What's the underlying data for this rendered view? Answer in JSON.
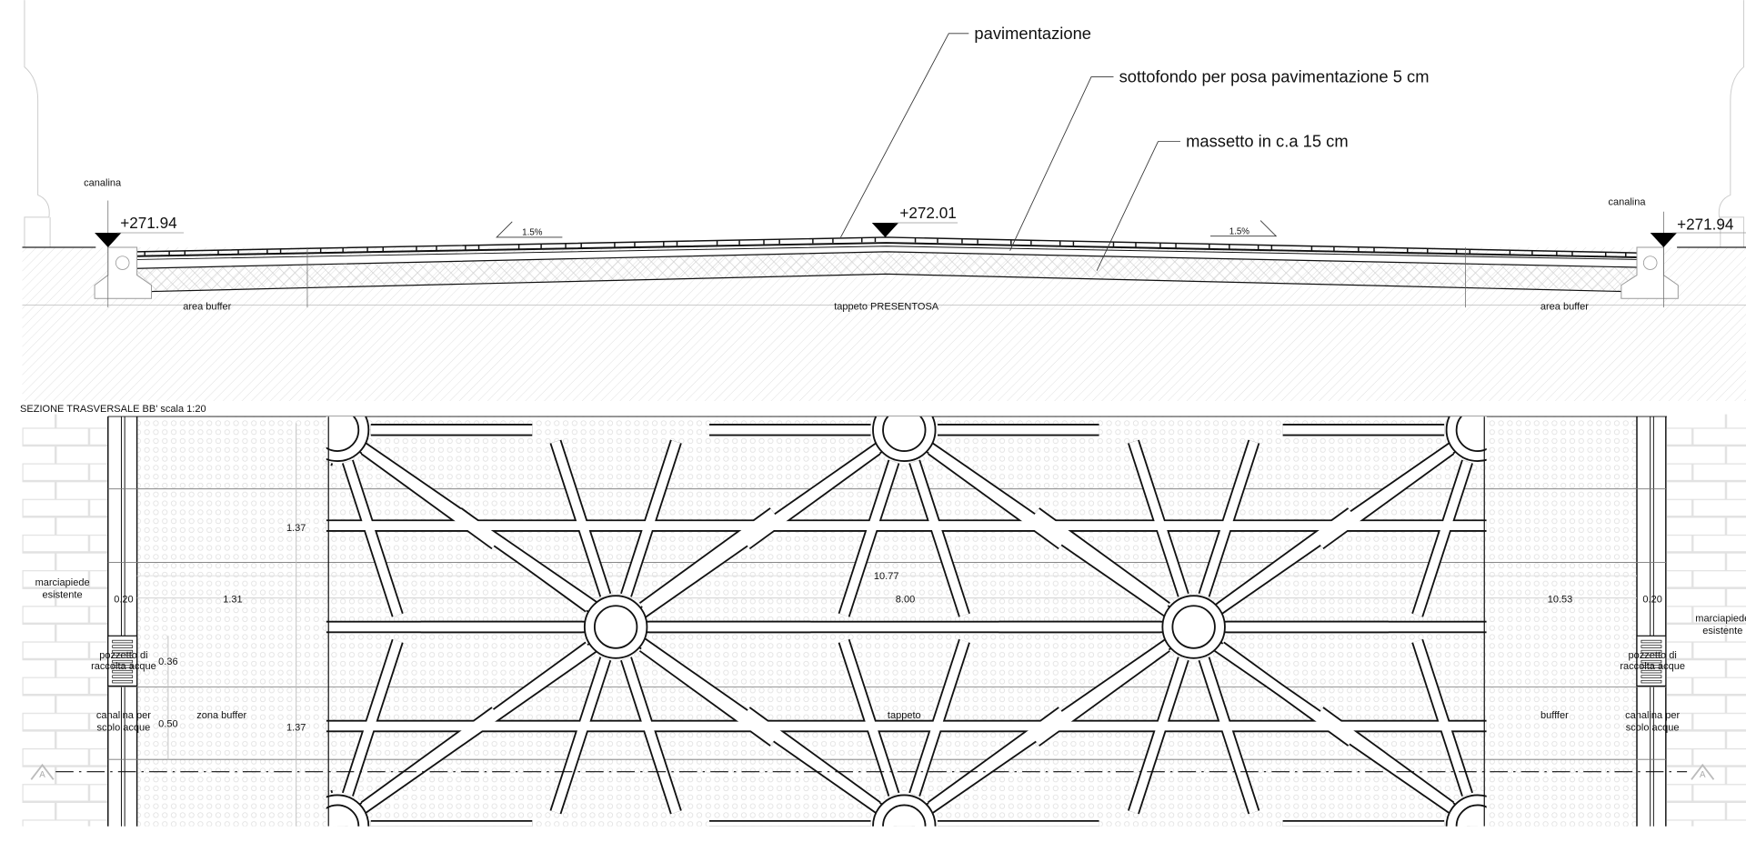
{
  "section": {
    "title": "SEZIONE TRASVERSALE BB' scala 1:20",
    "callouts": {
      "pavimentazione": "pavimentazione",
      "sottofondo": "sottofondo per posa pavimentazione 5 cm",
      "massetto": "massetto in c.a 15 cm"
    },
    "elevations": {
      "left": "+271.94",
      "center": "+272.01",
      "right": "+271.94"
    },
    "canalina_left": "canalina",
    "canalina_right": "canalina",
    "slope_left": "1.5%",
    "slope_right": "1.5%",
    "zones": {
      "left": "area buffer",
      "center": "tappeto PRESENTOSA",
      "right": "area buffer"
    }
  },
  "plan": {
    "dims": {
      "d137_top": "1.37",
      "d131": "1.31",
      "d020_left": "0.20",
      "d036": "0.36",
      "d050": "0.50",
      "d137_bottom": "1.37",
      "d1077": "10.77",
      "d800": "8.00",
      "d1053": "10.53",
      "d020_right": "0.20"
    },
    "labels": {
      "marciapiede_left_1": "marciapiede",
      "marciapiede_left_2": "esistente",
      "marciapiede_right_1": "marciapiede",
      "marciapiede_right_2": "esistente",
      "pozzetto_left_1": "pozzetto di",
      "pozzetto_left_2": "raccolta acque",
      "pozzetto_right_1": "pozzetto di",
      "pozzetto_right_2": "raccolta acque",
      "canalina_left_1": "canalina per",
      "canalina_left_2": "scolo acque",
      "canalina_right_1": "canalina per",
      "canalina_right_2": "scolo acque",
      "zona_buffer": "zona buffer",
      "tappeto": "tappeto",
      "buffer_right": "bufffer",
      "section_mark_left": "A",
      "section_mark_right": "A"
    }
  }
}
